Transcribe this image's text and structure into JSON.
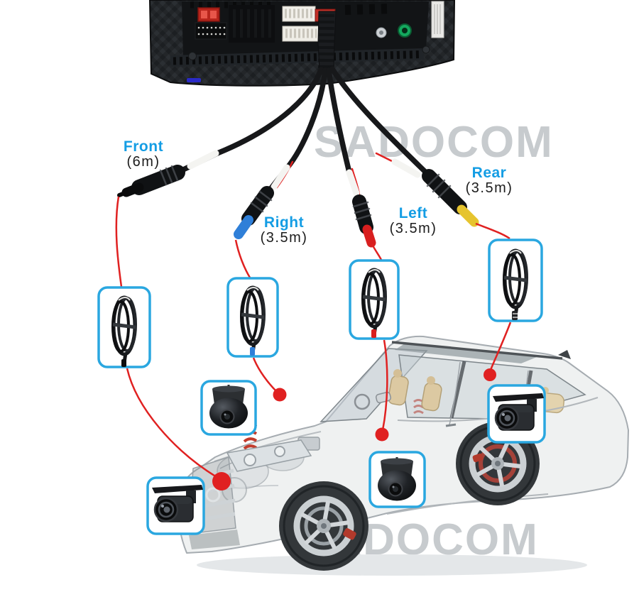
{
  "watermark": {
    "text": "SADOCOM"
  },
  "cables": [
    {
      "label": "Front",
      "length": "(6m)",
      "tip_color": "#0c0d0e"
    },
    {
      "label": "Right",
      "length": "(3.5m)",
      "tip_color": "#2f7fd8"
    },
    {
      "label": "Left",
      "length": "(3.5m)",
      "tip_color": "#d81f1f"
    },
    {
      "label": "Rear",
      "length": "(3.5m)",
      "tip_color": "#e6c42e"
    }
  ],
  "colors": {
    "accent_blue": "#149de4",
    "wire_red": "#e02121",
    "box_border": "#2aa7e0",
    "watermark_gray": "#c7cbce",
    "antenna_green": "#14a85e",
    "fuse_red": "#b8251c"
  },
  "icons": [
    "car-stereo-rear-panel",
    "extension-cable-coil-icon",
    "dome-camera-icon",
    "bracket-camera-icon",
    "transparent-suv-illustration"
  ]
}
